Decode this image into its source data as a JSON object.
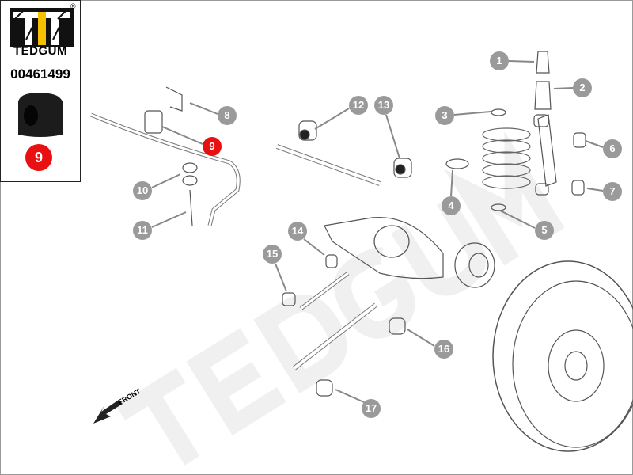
{
  "brand": {
    "name": "TEDGUM",
    "registered": "®",
    "part_number": "00461499",
    "selected_callout": "9"
  },
  "watermark": "TEDGUM",
  "direction_label": "FRONT",
  "callouts": [
    "1",
    "2",
    "3",
    "4",
    "5",
    "6",
    "7",
    "8",
    "9",
    "10",
    "11",
    "12",
    "13",
    "14",
    "15",
    "16",
    "17"
  ],
  "colors": {
    "callout": "#9a9a9a",
    "highlight": "#e81010",
    "logo_yellow": "#f5c000"
  }
}
